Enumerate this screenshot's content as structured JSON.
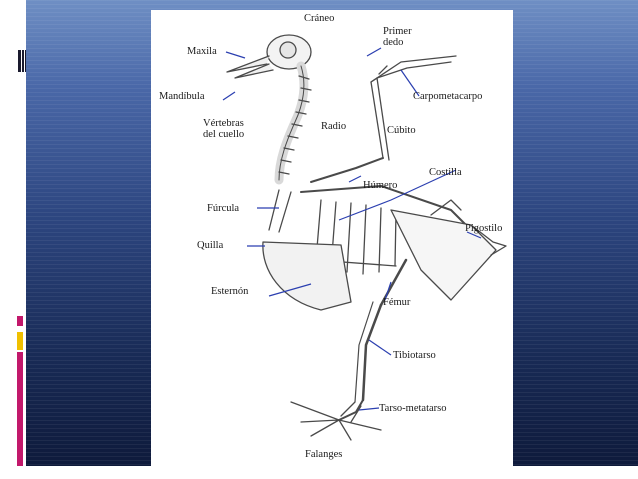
{
  "diagram": {
    "labels": {
      "craneo": "Cráneo",
      "primer_dedo_1": "Primer",
      "primer_dedo_2": "dedo",
      "maxila": "Maxila",
      "mandibula": "Mandíbula",
      "carpometacarpo": "Carpometacarpo",
      "vertebras_1": "Vértebras",
      "vertebras_2": "del cuello",
      "radio": "Radio",
      "cubito": "Cúbito",
      "costilla": "Costilla",
      "humero": "Húmero",
      "furcula": "Fúrcula",
      "pigostilo": "Pigostilo",
      "quilla": "Quilla",
      "esternon": "Esternón",
      "femur": "Fémur",
      "tibiotarso": "Tibiotarso",
      "tarso_metatarso": "Tarso-metatarso",
      "falanges": "Falanges"
    },
    "colors": {
      "leader_line": "#2b3fb0",
      "bone_outline": "#4a4a4a"
    }
  }
}
